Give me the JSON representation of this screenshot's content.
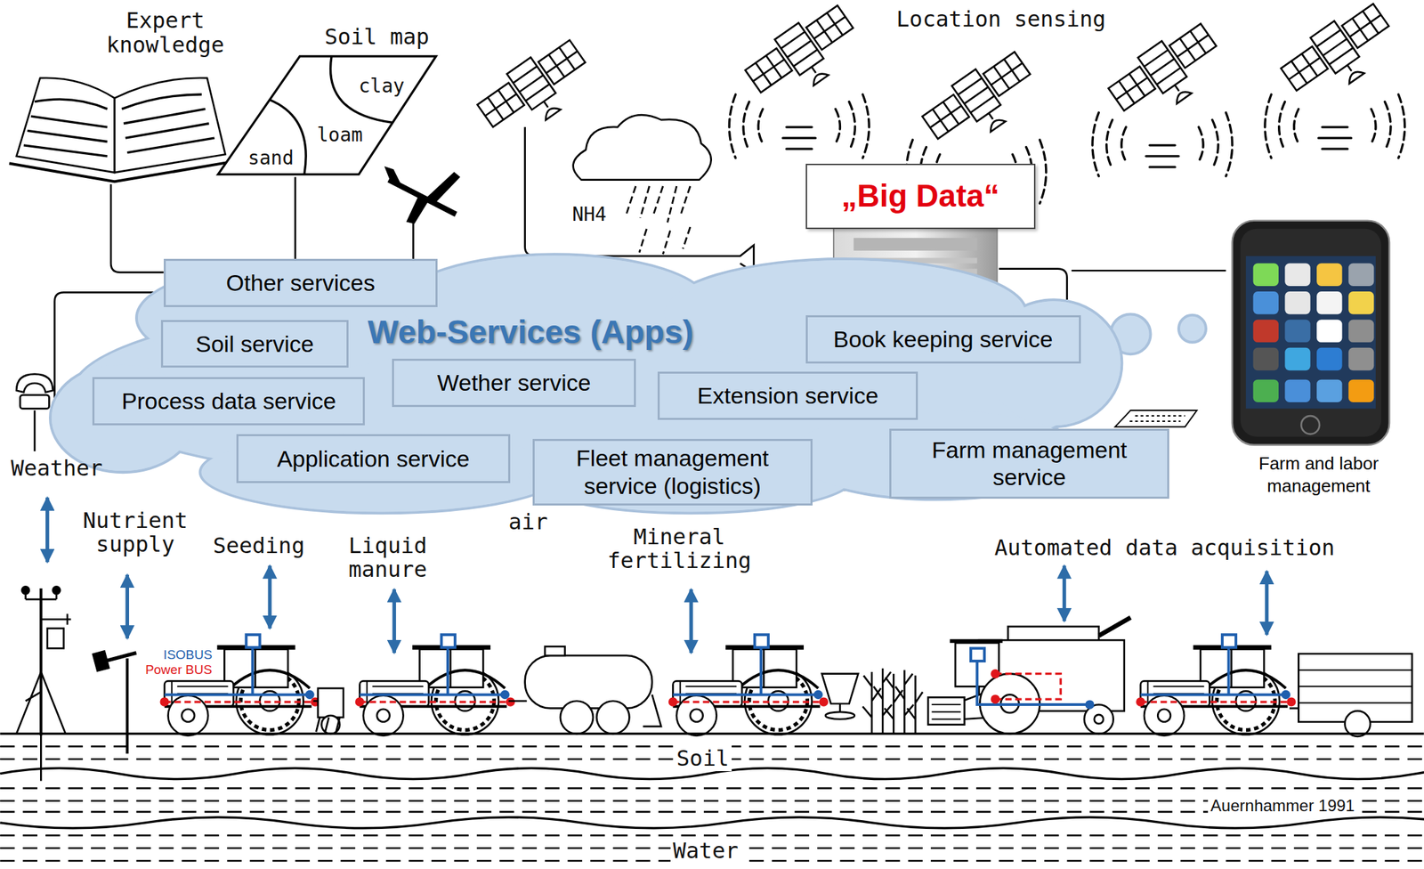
{
  "diagram": {
    "nodes": [
      {
        "text": [
          "„Big Data“"
        ]
      },
      {
        "text": [
          "Web-Services (Apps)"
        ]
      },
      {
        "text": [
          "Other services"
        ],
        "in": 1
      },
      {
        "text": [
          "Book keeping service"
        ],
        "in": 1
      },
      {
        "text": [
          "Soil service"
        ],
        "in": 1
      },
      {
        "text": [
          "Wether service"
        ],
        "in": 1
      },
      {
        "text": [
          "Extension service"
        ],
        "in": 1
      },
      {
        "text": [
          "Process data service"
        ],
        "in": 1
      },
      {
        "text": [
          "Farm management service"
        ],
        "in": 1
      },
      {
        "text": [
          "Application service"
        ],
        "in": 1
      },
      {
        "text": [
          "Fleet management service (logistics)"
        ],
        "in": 1
      }
    ],
    "labels": [
      "Expert knowledge",
      "Soil map",
      "clay",
      "loam",
      "sand",
      "Location sensing",
      "NH4",
      "Farm and labor management",
      "Weather",
      "Nutrient supply",
      "Seeding",
      "Liquid manure",
      "air",
      "Mineral fertilizing",
      "Automated data acquisition",
      "ISOBUS",
      "Power BUS",
      "Soil",
      "Auernhammer 1991",
      "Water"
    ]
  }
}
